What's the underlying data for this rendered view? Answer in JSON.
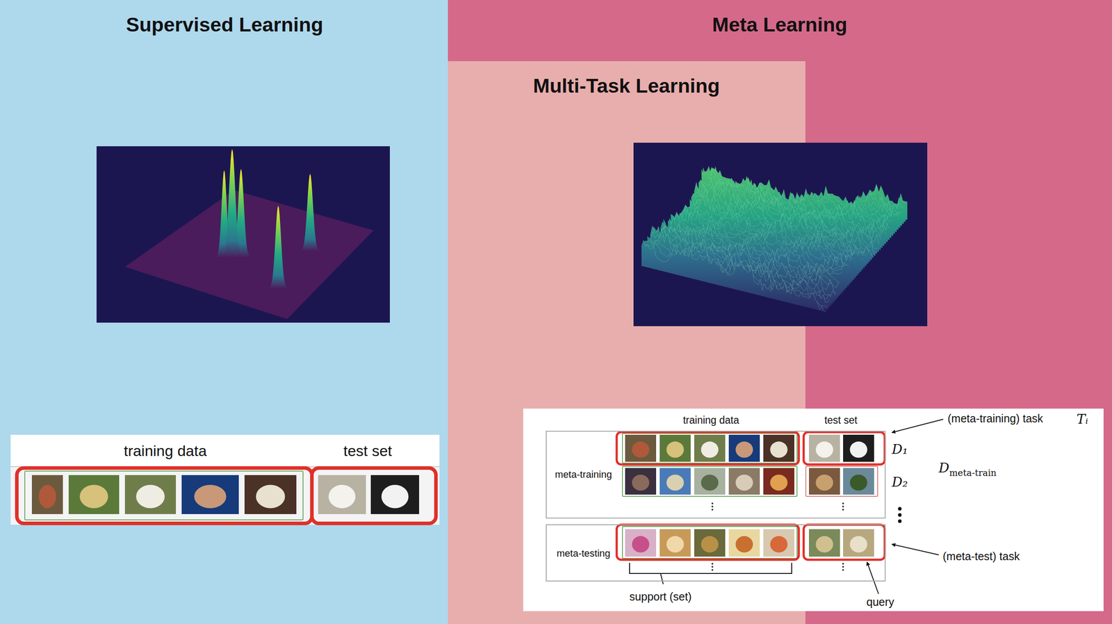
{
  "diagram": {
    "nodes": [
      {
        "text": [
          "Supervised Learning"
        ]
      },
      {
        "text": [
          "Meta Learning"
        ]
      },
      {
        "text": [
          "Multi-Task Learning"
        ],
        "in": 1
      },
      {
        "text": [
          "training data",
          "test set"
        ],
        "in": 0
      },
      {
        "text": [
          "training data",
          "test set"
        ],
        "in": 1
      },
      {
        "text": [
          "meta-training"
        ],
        "in": 4
      },
      {
        "text": [
          "meta-testing"
        ],
        "in": 4
      }
    ],
    "labels": [
      "(meta-training) task",
      "Tᵢ",
      "D₁",
      "Dmeta-train",
      "D₂",
      "(meta-test) task",
      "support (set)",
      "query"
    ]
  }
}
